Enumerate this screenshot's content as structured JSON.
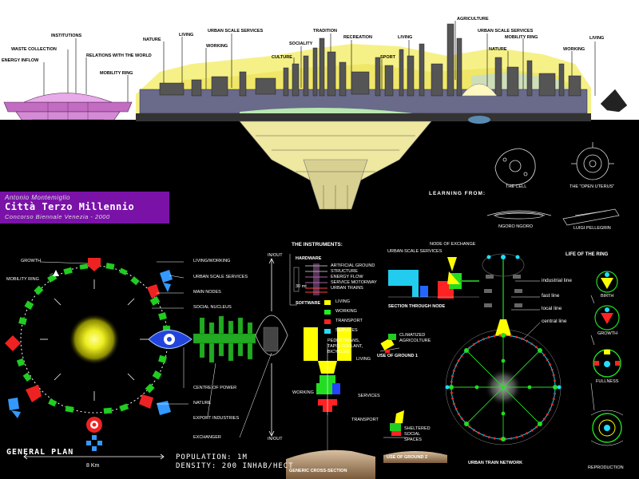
{
  "title_block": {
    "author": "Antonio Montemiglio",
    "title": "Città Terzo Millennio",
    "subtitle": "Concorso Biennale Venezia - 2000"
  },
  "section_labels": {
    "energy_inflow": "ENERGY INFLOW",
    "waste_collection": "WASTE COLLECTION",
    "institutions": "INSTITUTIONS",
    "relations_with_world": "RELATIONS WITH THE WORLD",
    "mobility_ring": "MOBILITY RING",
    "nature": "NATURE",
    "living": "LIVING",
    "urban_scale_services": "URBAN SCALE SERVICES",
    "working": "WORKING",
    "sociality": "SOCIALITY",
    "culture": "CULTURE",
    "tradition": "TRADITION",
    "recreation": "RECREATION",
    "sport": "SPORT",
    "living2": "LIVING",
    "agriculture": "AGRICULTURE",
    "urban_scale_services2": "URBAN SCALE SERVICES",
    "mobility_ring2": "MOBILITY RING",
    "nature2": "NATURE",
    "working2": "WORKING",
    "living3": "LIVING"
  },
  "learning": {
    "heading": "LEARNING FROM:",
    "cell": "THE CELL",
    "uterus": "THE \"OPEN UTERUS\"",
    "ngoro": "NGORO NGORO",
    "luigi": "LUIGI PELLEGRIN"
  },
  "general_plan": {
    "title": "GENERAL PLAN",
    "growth": "GROWTH",
    "mobility_ring": "MOBILITY RING",
    "living_working": "LIVING/WORKING",
    "urban_scale_services": "URBAN SCALE SERVICES",
    "main_nodes": "MAIN NODES",
    "social_nucleus": "SOCIAL NUCLEUS",
    "centre_of_power": "CENTRE OF POWER",
    "nature": "NATURE",
    "export_industries": "EXPORT INDUSTRIES",
    "exchanger": "EXCHANGER",
    "in_out_top": "IN/OUT",
    "in_out_bottom": "IN/OUT",
    "population": "POPULATION: 1M",
    "density": "DENSITY: 200 INHAB/HECT",
    "scale": "8 Km"
  },
  "instruments": {
    "heading": "THE INSTRUMENTS:",
    "hardware": "HARDWARE",
    "hw_items": [
      "ARTIFICIAL GROUND",
      "STRUCTURE",
      "ENERGY FLOW",
      "SERVICE MOTORWAY",
      "URBAN TRAINS"
    ],
    "height": "30 mt",
    "software": "SOFTWARE",
    "sw_items": [
      "LIVING",
      "WORKING",
      "TRANSPORT",
      "SERVICES"
    ],
    "sw_colors": [
      "#ffff00",
      "#22ee22",
      "#ff2222",
      "#22ddff"
    ]
  },
  "cross_section": {
    "title": "GENERIC CROSS-SECTION",
    "pedestrians": "PEDESTRIANS,",
    "tapis": "TAPIS ROULANT,",
    "bicycles": "BICYCLES",
    "living": "LIVING",
    "working": "WORKING",
    "services": "SERVICES",
    "transport": "TRANSPORT"
  },
  "node_section": {
    "node_of_exchange": "NODE OF EXCHANGE",
    "urban_scale_services": "URBAN-SCALE SERVICES",
    "title": "SECTION THROUGH NODE"
  },
  "ground": {
    "climatized1": "CLIMATIZED",
    "climatized2": "AGRICOLTURE",
    "use1": "USE OF GROUND 1",
    "sheltered1": "SHELTERED",
    "sheltered2": "SOCIAL",
    "sheltered3": "SPACES",
    "use2": "USE OF GROUND 2"
  },
  "train_network": {
    "title": "URBAN TRAIN NETWORK",
    "industrial": "industrial line",
    "fast": "fast line",
    "local": "local line",
    "central": "central line"
  },
  "life_ring": {
    "heading": "LIFE OF THE RING",
    "birth": "BIRTH",
    "growth": "GROWTH",
    "fullness": "FULLNESS",
    "reproduction": "REPRODUCTION"
  }
}
